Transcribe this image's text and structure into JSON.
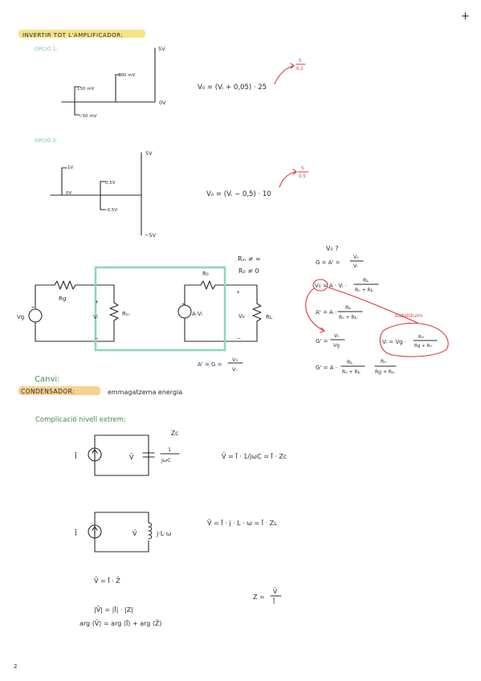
{
  "header": {
    "plus_icon": "+"
  },
  "section1": {
    "title": "INVERTIR TOT L'AMPLIFICADOR:",
    "opcio1": {
      "label": "OPCIÓ 1:",
      "v_top": "5V",
      "v_zero": "0V",
      "m150": "150 mV",
      "m300": "300 mV",
      "m50": "−50 mV",
      "equation": "V₀ = (Vᵢ + 0,05) · 25",
      "note_num": "5",
      "note_den": "0,2"
    },
    "opcio2": {
      "label": "OPCIÓ 2:",
      "v_top": "5V",
      "v_bottom": "−5V",
      "m1v": "1V",
      "m0v": "0V",
      "m05": "0,5V",
      "mneg05": "−0,5V",
      "equation": "V₀ = (Vᵢ − 0,5) · 10",
      "note_num": "5",
      "note_den": "0,5"
    }
  },
  "circuit1": {
    "ro_label": "R₀",
    "rg_label": "Rg",
    "rin_label": "Rᵢₙ",
    "rl_label": "Rʟ",
    "vg_label": "Vg",
    "vi_label": "Vᵢ",
    "vo_label": "V₀",
    "source_label": "A·Vᵢ",
    "plus": "+",
    "minus": "−",
    "cond_rin": "Rᵢₙ ≠ ∞",
    "cond_ro": "R₀ ≠ 0",
    "gain_lhs": "A' = G =",
    "gain_num": "V₀",
    "gain_den": "Vᵢ"
  },
  "derivation": {
    "q": "V₀ ?",
    "l1_lhs": "G = A' =",
    "l1_num": "V₀",
    "l1_den": "Vᵢ",
    "l2_lhs": "V₀ = A · Vᵢ ·",
    "l2_num": "Rʟ",
    "l2_den": "R₀ + Rʟ",
    "l3_lhs": "A' = A ·",
    "l3_num": "Rʟ",
    "l3_den": "R₀ + Rʟ",
    "l4_lhs": "G' =",
    "l4_num": "V₀",
    "l4_den": "Vg",
    "l5_lhs": "G' = A ·",
    "l5_num": "Rʟ",
    "l5_den": "R₀ + Rʟ",
    "l5_num2": "Rᵢₙ",
    "l5_den2": "Rg + Rᵢₙ",
    "sub_label": "substituim",
    "box_lhs": "Vᵢ = Vg ·",
    "box_num": "Rᵢₙ",
    "box_den": "Rg + Rᵢₙ"
  },
  "section2": {
    "change": "Canvi:",
    "title": "CONDENSADOR:",
    "subtitle": "emmagatzema energia",
    "level": "Complicació nivell extrem:"
  },
  "capacitor": {
    "i_label": "Ī",
    "v_label": "V̄",
    "zc": "Zc",
    "frac_num": "1",
    "frac_den": "jωC",
    "eq": "V̄ = Ī · 1/jωC = Ī · Zc"
  },
  "inductor": {
    "i_label": "Ī",
    "v_label": "V̄",
    "jlw": "j·L·ω",
    "eq": "V̄ = Ī · j · L · ω = Ī · Zʟ"
  },
  "impedance": {
    "l1": "V̄ = Ī · Z̄",
    "l2": "|V̄| = |Ī| · |Z|",
    "l3": "arg ⟨V̄⟩ = arg ⟨Ī⟩ + arg ⟨Z̄⟩",
    "z_lhs": "Z =",
    "z_num": "V̄",
    "z_den": "Ī"
  },
  "footer": {
    "page_number": "2"
  }
}
